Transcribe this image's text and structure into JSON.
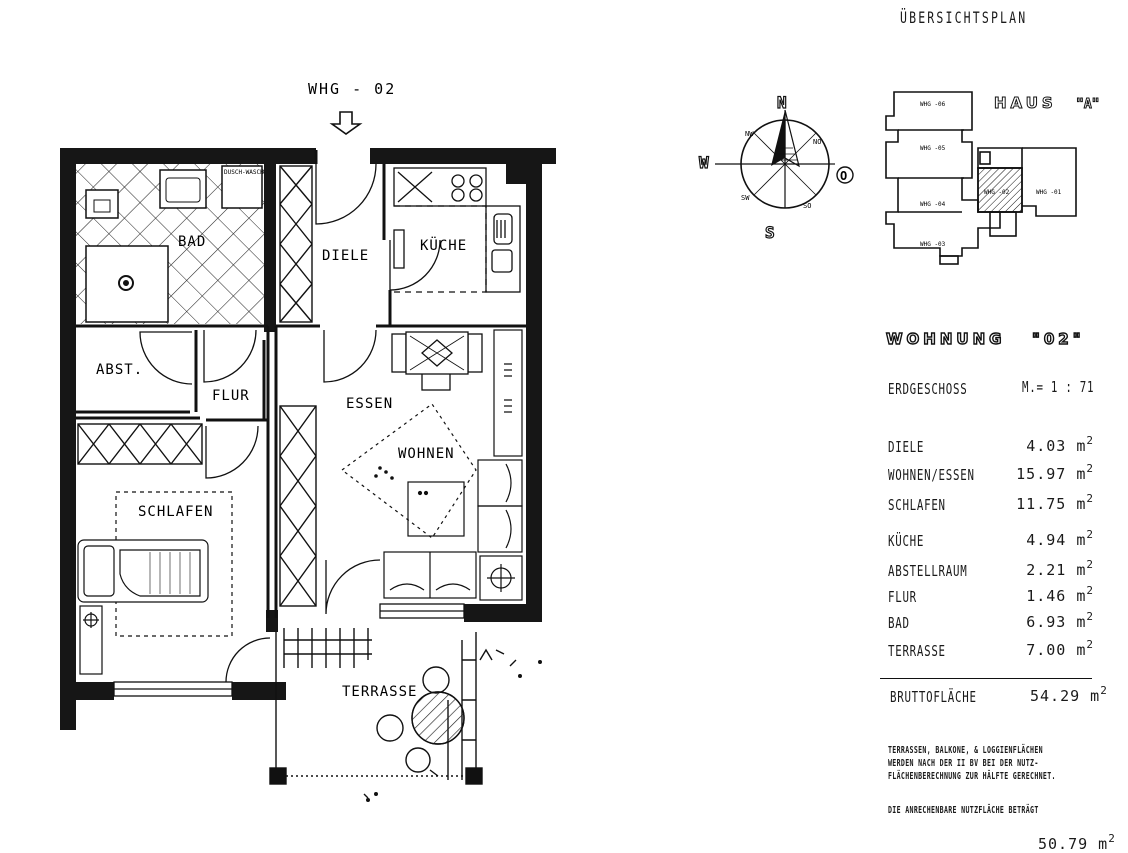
{
  "header": {
    "overview_title": "ÜBERSICHTSPLAN",
    "unit_label": "WHG - 02"
  },
  "rooms": {
    "bad": "BAD",
    "bad_dusche": "DUSCH-WASCH",
    "diele": "DIELE",
    "kueche": "KÜCHE",
    "abst": "ABST.",
    "flur": "FLUR",
    "essen": "ESSEN",
    "wohnen": "WOHNEN",
    "schlafen": "SCHLAFEN",
    "terrasse": "TERRASSE"
  },
  "compass": {
    "n": "N",
    "s": "S",
    "w": "W",
    "o": "O",
    "nw": "NW",
    "no": "NO",
    "sw": "SW",
    "so": "SO"
  },
  "key_plan": {
    "haus": "HAUS",
    "haus_letter": "\"A\"",
    "units": [
      "WHG -06",
      "WHG -05",
      "WHG -04",
      "WHG -03",
      "WHG -02",
      "WHG -01"
    ]
  },
  "info": {
    "title": "WOHNUNG",
    "title_num": "\"02\"",
    "floor": "ERDGESCHOSS",
    "scale": "M.= 1 : 71",
    "unit_sup": "2",
    "areas": [
      {
        "name": "DIELE",
        "value": "4.03 m"
      },
      {
        "name": "WOHNEN/ESSEN",
        "value": "15.97 m"
      },
      {
        "name": "SCHLAFEN",
        "value": "11.75 m"
      },
      {
        "name": "KÜCHE",
        "value": "4.94 m"
      },
      {
        "name": "ABSTELLRAUM",
        "value": "2.21 m"
      },
      {
        "name": "FLUR",
        "value": "1.46 m"
      },
      {
        "name": "BAD",
        "value": "6.93 m"
      },
      {
        "name": "TERRASSE",
        "value": "7.00 m"
      }
    ],
    "total_label": "BRUTTOFLÄCHE",
    "total_value": "54.29 m",
    "note_lines": [
      "TERRASSEN, BALKONE, & LOGGIENFLÄCHEN",
      "WERDEN NACH DER II BV BEI DER NUTZ-",
      "FLÄCHENBERECHNUNG ZUR HÄLFTE GERECHNET."
    ],
    "net_label": "DIE ANRECHENBARE NUTZFLÄCHE BETRÄGT",
    "net_value": "50.79 m"
  }
}
